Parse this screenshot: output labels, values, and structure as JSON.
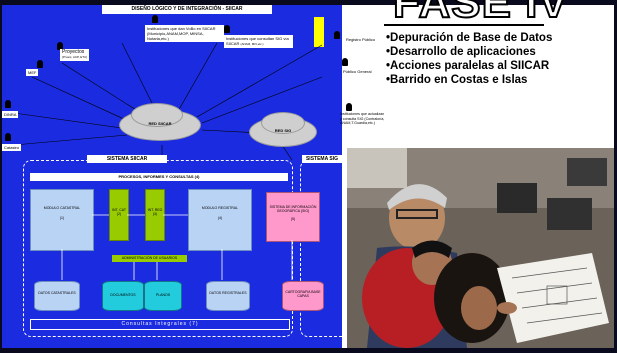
{
  "diagram": {
    "title": "DISEÑO LÓGICO Y DE INTEGRACIÓN - SIICAR",
    "actors": {
      "proyectos": "Proyectos",
      "proyectos_sub": "(Prosic, ACP, ETC)",
      "mef": "MEF",
      "instituciones_vobo": "Instituciones que dan VoBo en SIICAR (Municipio,ANAM,MOP, MINSA, Notaria,etc.)",
      "instituciones_sig": "Instituciones que consultan SIG vía SIICAR",
      "instituciones_sig_sub": "(ANAM, MIV,etc.)",
      "registro_publico": "Registro Público",
      "publico_general": "Público General",
      "inra": "DINRA",
      "catastro": "Catastro",
      "instituciones_actualizan": "Instituciones que actualizan y consulta SIG",
      "instituciones_actualizan_sub": "(Contraloría, ANAM,T.Guardia,etc.)"
    },
    "clouds": {
      "red_siicar": "RED SIICAR",
      "red_sig": "RED SIG"
    },
    "sistema_siicar": "SISTEMA SIICAR",
    "sistema_sig": "SISTEMA SIG",
    "procesos_bar": "PROCESOS, INFORMES Y CONSULTAS (4)",
    "modules": {
      "catastral": "MODULO CATASTRAL",
      "catastral_num": "(1)",
      "registral": "MODULO REGISTRAL",
      "registral_num": "(4)",
      "sig": "SISTEMA DE INFORMACIÓN GEOGRÁFICA (SIG)",
      "sig_num": "(5)",
      "g1": "INT. CAT",
      "g1_num": "(2)",
      "g2": "INT. REG",
      "g2_num": "(3)",
      "admin": "ADMINISTRACIÓN DE USUARIOS"
    },
    "databases": {
      "datos_catastrales": "DATOS CATASTRALES",
      "documentos": "DOCUMENTOS",
      "planos": "PLANOS",
      "datos_registrales": "DATOS REGISTRALES",
      "cartografia": "CARTOGRAFIA BASE CAPAS"
    },
    "consultas": "Consultas Integrales (7)"
  },
  "slide": {
    "title": "FASE IV",
    "bullets": [
      "•Depuración de Base de Datos",
      "•Desarrollo de aplicaciones",
      "•Acciones paralelas al SIICAR",
      "•Barrido en Costas e Islas"
    ]
  },
  "colors": {
    "diagram_bg": "#1a2be0",
    "module_blue": "#b9d3f4",
    "module_green": "#99cc00",
    "module_pink": "#ff99cc",
    "db_cyan": "#22ccdd"
  }
}
